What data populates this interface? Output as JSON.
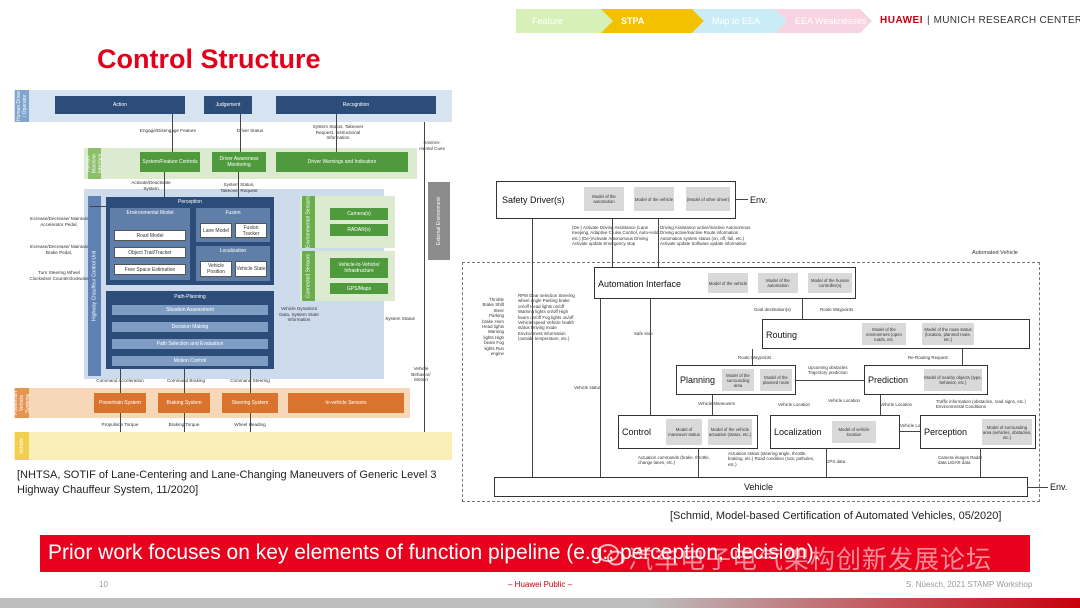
{
  "process": {
    "steps": [
      "Feature",
      "STPA",
      "Map to EEA",
      "EEA Weaknesses"
    ]
  },
  "brand": {
    "logo": "HUAWEI",
    "separator": "|",
    "center": "MUNICH RESEARCH CENTER"
  },
  "title": "Control Structure",
  "left_figure": {
    "lanes": [
      "Human Driver / Operator",
      "Human Machine Interface",
      "Highway Chauffeur Control Unit",
      "Powertrain Vehicle Systems",
      "Vehicle"
    ],
    "top_boxes": [
      "Action",
      "Judgement",
      "Recognition"
    ],
    "hmi_boxes": [
      "System/Feature Controls",
      "Driver Awareness Monitoring",
      "Driver Warnings and Indicators"
    ],
    "perception_title": "Perception",
    "env_model": "Environmental Model",
    "env_items": [
      "Road Model",
      "Object Trail/Tracker",
      "Free Space Estimation"
    ],
    "fusion": "Fusion",
    "fusion_items": [
      "Lane Model",
      "Fusion Tracker"
    ],
    "localization": "Localization",
    "loc_items": [
      "Vehicle Position",
      "Vehicle State"
    ],
    "path_title": "Path-Planning",
    "path_items": [
      "Situation Assessment",
      "Decision Making",
      "Path Selection and Evaluation",
      "Motion Control"
    ],
    "env_sensors_lane": "Environmental Sensors",
    "env_sensors": [
      "Camera(s)",
      "RADAR(s)"
    ],
    "connected_lane": "Connected Sensors",
    "connected": [
      "Vehicle-to-Vehicle/ Infrastructure",
      "GPS/Maps"
    ],
    "external_env": "External Environment",
    "powertrain_boxes": [
      "Powertrain System",
      "Braking System",
      "Steering System",
      "In-vehicle Sensors"
    ],
    "labels": {
      "engage": "Engage/Disengage Feature",
      "driver_status": "Driver Status",
      "system_status_top": "System Status, Takeover Request, Instructional Information",
      "env_cues": "Environ- mental Cues",
      "activate": "Activate/Deactivate System",
      "system_takeover": "System Status, Takeover Request",
      "accel": "Increase/Decrease/ Maintain Accelerator Pedal,",
      "brake": "Increase/Decrease/ Maintain Brake Pedal,",
      "steer": "Turn Steering Wheel Clockwise/ Counterclockwise",
      "dynamics": "Vehicle Dynamics Data, System State Information",
      "system_status_mid": "System Status",
      "behavior": "Vehicle Behavior/ Motion",
      "cmd_accel": "Command Acceleration",
      "cmd_brake": "Command Braking",
      "cmd_steer": "Command Steering",
      "prop_torque": "Propulsion Torque",
      "brake_torque": "Braking Torque",
      "wheel_heading": "Wheel Heading"
    }
  },
  "citation_left": "[NHTSA, SOTIF of Lane-Centering and Lane-Changing Maneuvers of Generic Level 3 Highway Chauffeur System, 11/2020]",
  "right_figure": {
    "safety_driver": "Safety Driver(s)",
    "safety_subs": [
      "Model of the automation",
      "Model of the vehicle",
      "(Model of other driver)"
    ],
    "env": "Env.",
    "automated_vehicle": "Automated Vehicle",
    "automation_interface": "Automation Interface",
    "ai_subs": [
      "Model of the vehicle",
      "Model of the automation",
      "Model of the human controller(s)"
    ],
    "routing": "Routing",
    "routing_subs": [
      "Model of the environment (open roads, etc.",
      "Model of the route status (location, planned route, etc.)"
    ],
    "planning": "Planning",
    "planning_subs": [
      "Model of the surrounding area",
      "Model of the planned route"
    ],
    "prediction": "Prediction",
    "prediction_subs": [
      "Model of nearby objects (type, behavior, etc.)"
    ],
    "control": "Control",
    "control_subs": [
      "Model of maneuver status",
      "Model of the vehicle actuation (status, etc.)"
    ],
    "localization": "Localization",
    "localization_subs": [
      "Model of vehicle location"
    ],
    "perception": "Perception",
    "perception_subs": [
      "Model of surrounding area (vehicles, obstacles, etc.)"
    ],
    "vehicle": "Vehicle",
    "labels": {
      "driver_down": "(De-) Activate Driving Assistance (Lane Keeping, Adaptive Cruise Control, Auto-Hold, etc.) (De-)Activate Autonomous Driving Activate update Emergency stop",
      "driver_up": "Driving Assistance active/inactive Autonomous Driving active/inactive Route information Automation system status (on, off, fail, etc.) Activate update Software update information",
      "controls_left": "Throttle Brake Shift Steer Parking brake Horn Head lights Warning lights High beam Fog lights Run engine",
      "feedback_left": "RPM Gear selection Steering wheel angle Parking brake on/off Head lights on/off Warning lights on/off High beam on/off Fog lights on/off Vehicle speed Vehicle health status Driving mode Environment information (outside temperature, etc.)",
      "goal": "Goal destination(s)",
      "route_waypoints": "Route Waypoints",
      "safe_stop": "Safe stop",
      "route_waypoints2": "Route Waypoints",
      "rerouting": "Re-Routing Request",
      "upcoming": "Upcoming obstacles Trajectory prediction",
      "vehicle_status": "Vehicle status",
      "vehicle_maneuvers": "Vehicle Maneuvers",
      "vehicle_location": "Vehicle Location",
      "vehicle_location2": "Vehicle Location",
      "vehicle_location3": "Vehicle Location",
      "vehicle_location4": "Vehicle Location",
      "traffic": "Traffic information (obstacles, road signs, etc.) Environmental Conditions",
      "actuation": "Actuation commands (brake, throttle, change lanes, etc.)",
      "actuation_status": "Actuation status (steering angle, throttle, braking, etc.) Road condition (ruts, potholes, etc.)",
      "gps": "GPS data",
      "camera": "Camera images Radar data LIDAR data"
    }
  },
  "citation_right": "[Schmid, Model-based Certification of Automated Vehicles, 05/2020]",
  "banner": "Prior work focuses on key elements of function pipeline (e.g., perception, decision).",
  "watermark": "汽车电子电气架构创新发展论坛",
  "footer": {
    "page": "10",
    "classification": "– Huawei Public –",
    "event": "S. Nüesch, 2021 STAMP Workshop"
  },
  "colors": {
    "accent": "#e2001a",
    "huawei_red": "#c7000b",
    "stpa": "#f2c100",
    "navy": "#2c4d7a",
    "green": "#4f9a3c",
    "orange": "#d9742f"
  }
}
